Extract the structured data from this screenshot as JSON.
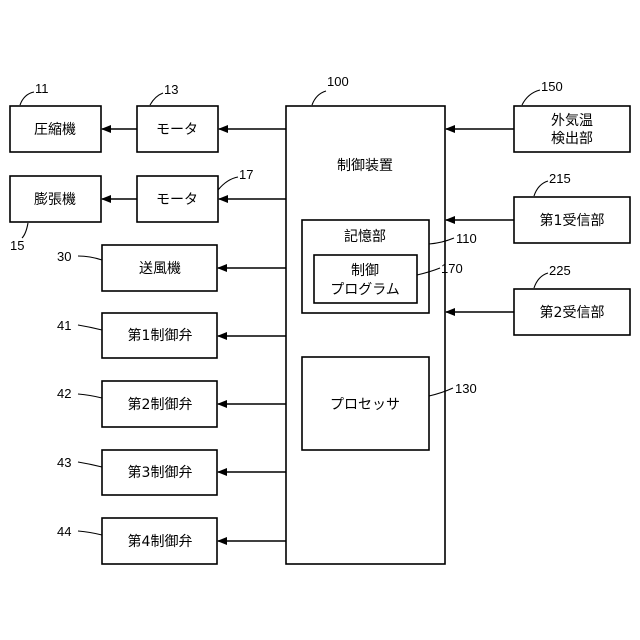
{
  "controller": {
    "label": "制御装置",
    "ref": "100"
  },
  "memory": {
    "label": "記憶部",
    "ref": "110"
  },
  "program": {
    "line1": "制御",
    "line2": "プログラム",
    "ref": "170"
  },
  "processor": {
    "label": "プロセッサ",
    "ref": "130"
  },
  "compressor": {
    "label": "圧縮機",
    "ref": "11"
  },
  "motor1": {
    "label": "モータ",
    "ref": "13"
  },
  "expander": {
    "label": "膨張機",
    "ref": "15"
  },
  "motor2": {
    "label": "モータ",
    "ref": "17"
  },
  "blower": {
    "label": "送風機",
    "ref": "30"
  },
  "valve1": {
    "label": "第1制御弁",
    "ref": "41"
  },
  "valve2": {
    "label": "第2制御弁",
    "ref": "42"
  },
  "valve3": {
    "label": "第3制御弁",
    "ref": "43"
  },
  "valve4": {
    "label": "第4制御弁",
    "ref": "44"
  },
  "outdoor_temp": {
    "line1": "外気温",
    "line2": "検出部",
    "ref": "150"
  },
  "receiver1": {
    "label": "第1受信部",
    "ref": "215"
  },
  "receiver2": {
    "label": "第2受信部",
    "ref": "225"
  }
}
